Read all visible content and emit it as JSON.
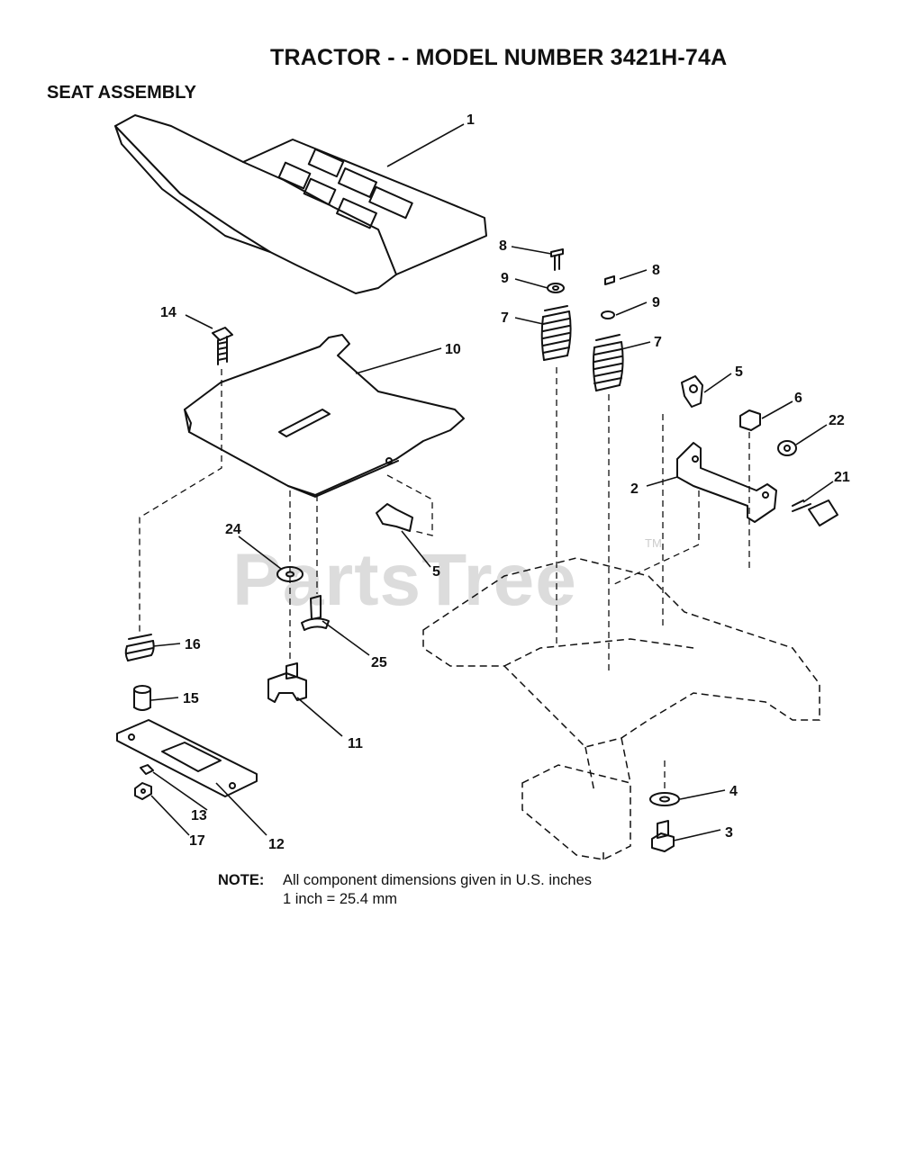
{
  "header": {
    "title": "TRACTOR - - MODEL NUMBER 3421H-74A",
    "section": "SEAT ASSEMBLY"
  },
  "note": {
    "label": "NOTE:",
    "line1": "All component dimensions given in U.S. inches",
    "line2": "1 inch = 25.4 mm"
  },
  "watermark": {
    "text": "PartsTree",
    "trademark": "TM"
  },
  "callouts": [
    "1",
    "8",
    "9",
    "7",
    "8",
    "9",
    "7",
    "14",
    "10",
    "5",
    "6",
    "22",
    "2",
    "21",
    "24",
    "5",
    "16",
    "25",
    "15",
    "11",
    "13",
    "12",
    "17",
    "4",
    "3"
  ]
}
